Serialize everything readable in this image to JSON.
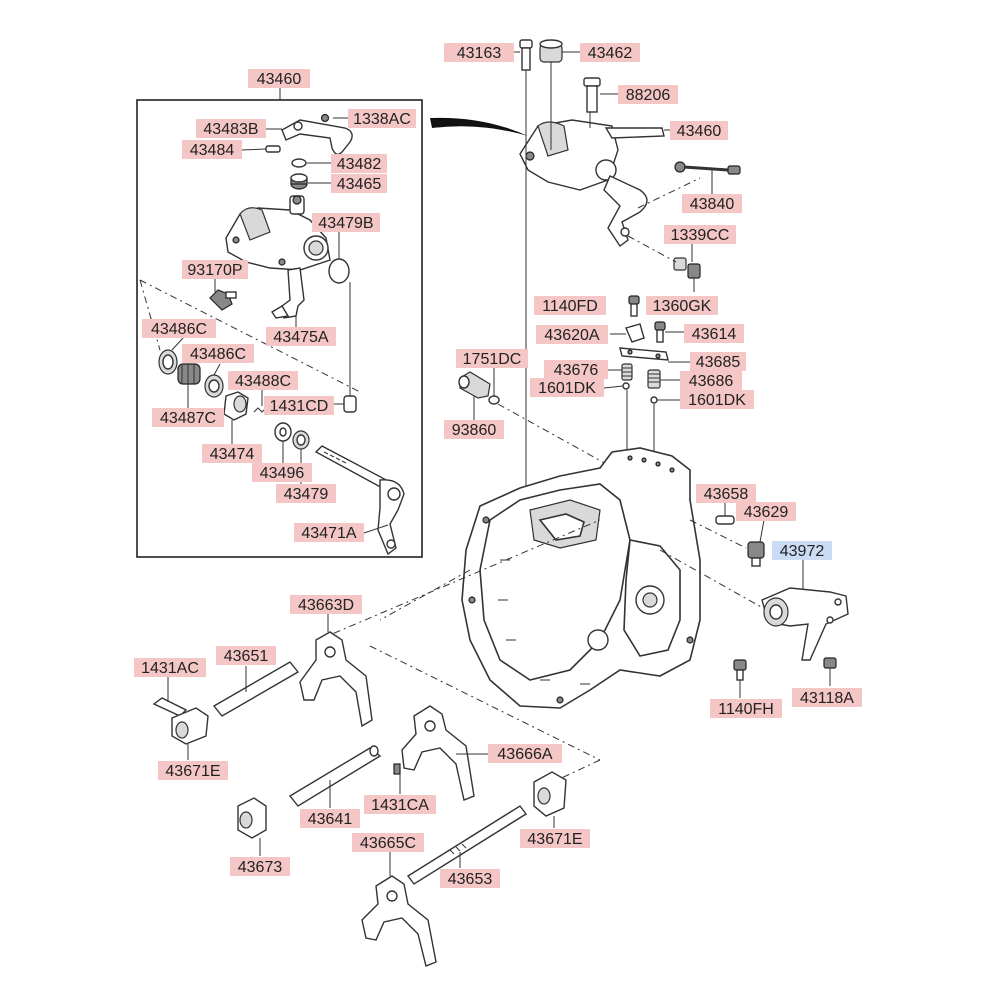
{
  "diagram": {
    "labels": [
      {
        "id": "p43460a",
        "text": "43460"
      },
      {
        "id": "p43163",
        "text": "43163"
      },
      {
        "id": "p43462",
        "text": "43462"
      },
      {
        "id": "p88206",
        "text": "88206"
      },
      {
        "id": "p43483b",
        "text": "43483B"
      },
      {
        "id": "p1338ac",
        "text": "1338AC"
      },
      {
        "id": "p43460b",
        "text": "43460"
      },
      {
        "id": "p43484",
        "text": "43484"
      },
      {
        "id": "p43482",
        "text": "43482"
      },
      {
        "id": "p43465",
        "text": "43465"
      },
      {
        "id": "p43840",
        "text": "43840"
      },
      {
        "id": "p43479b",
        "text": "43479B"
      },
      {
        "id": "p1339cc",
        "text": "1339CC"
      },
      {
        "id": "p93170p",
        "text": "93170P"
      },
      {
        "id": "p1140fd",
        "text": "1140FD"
      },
      {
        "id": "p1360gk",
        "text": "1360GK"
      },
      {
        "id": "p43620a",
        "text": "43620A"
      },
      {
        "id": "p43614",
        "text": "43614"
      },
      {
        "id": "p43475a",
        "text": "43475A"
      },
      {
        "id": "p43486c1",
        "text": "43486C"
      },
      {
        "id": "p1751dc",
        "text": "1751DC"
      },
      {
        "id": "p43685",
        "text": "43685"
      },
      {
        "id": "p43486c2",
        "text": "43486C"
      },
      {
        "id": "p43676",
        "text": "43676"
      },
      {
        "id": "p43686",
        "text": "43686"
      },
      {
        "id": "p43488c",
        "text": "43488C"
      },
      {
        "id": "p1601dk1",
        "text": "1601DK"
      },
      {
        "id": "p1601dk2",
        "text": "1601DK"
      },
      {
        "id": "p43487c",
        "text": "43487C"
      },
      {
        "id": "p1431cd",
        "text": "1431CD"
      },
      {
        "id": "p93860",
        "text": "93860"
      },
      {
        "id": "p43474",
        "text": "43474"
      },
      {
        "id": "p43496",
        "text": "43496"
      },
      {
        "id": "p43479",
        "text": "43479"
      },
      {
        "id": "p43658",
        "text": "43658"
      },
      {
        "id": "p43629",
        "text": "43629"
      },
      {
        "id": "p43471a",
        "text": "43471A"
      },
      {
        "id": "p43972",
        "text": "43972"
      },
      {
        "id": "p43663d",
        "text": "43663D"
      },
      {
        "id": "p1431ac",
        "text": "1431AC"
      },
      {
        "id": "p43651",
        "text": "43651"
      },
      {
        "id": "p1140fh",
        "text": "1140FH"
      },
      {
        "id": "p43118a",
        "text": "43118A"
      },
      {
        "id": "p43671e1",
        "text": "43671E"
      },
      {
        "id": "p43666a",
        "text": "43666A"
      },
      {
        "id": "p1431ca",
        "text": "1431CA"
      },
      {
        "id": "p43641",
        "text": "43641"
      },
      {
        "id": "p43671e2",
        "text": "43671E"
      },
      {
        "id": "p43665c",
        "text": "43665C"
      },
      {
        "id": "p43673",
        "text": "43673"
      },
      {
        "id": "p43653",
        "text": "43653"
      }
    ],
    "highlight_color": "#c9dcf4",
    "label_color": "#f4c6c6"
  }
}
